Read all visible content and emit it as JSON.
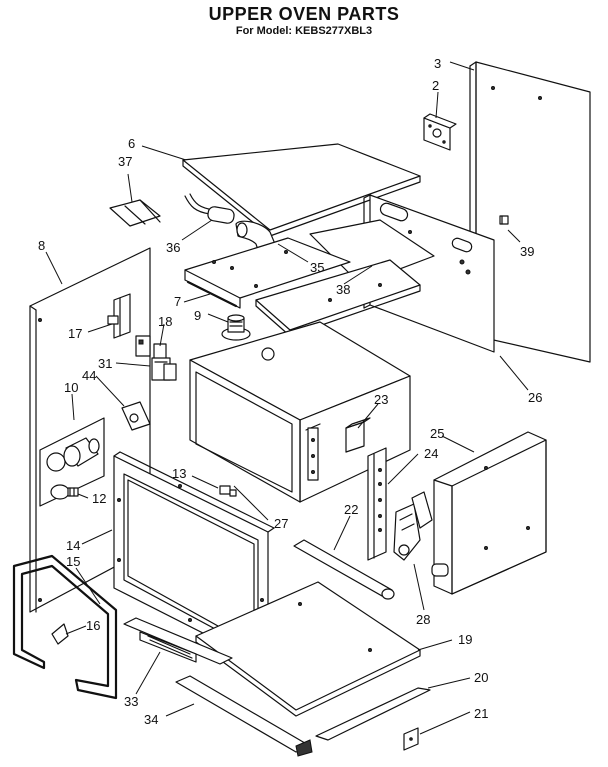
{
  "title": "UPPER OVEN PARTS",
  "subtitle": "For Model: KEBS277XBL3",
  "parts": [
    {
      "id": "p3",
      "label": "3"
    },
    {
      "id": "p2",
      "label": "2"
    },
    {
      "id": "p6",
      "label": "6"
    },
    {
      "id": "p37",
      "label": "37"
    },
    {
      "id": "p36",
      "label": "36"
    },
    {
      "id": "p35",
      "label": "35"
    },
    {
      "id": "p39",
      "label": "39"
    },
    {
      "id": "p8",
      "label": "8"
    },
    {
      "id": "p38",
      "label": "38"
    },
    {
      "id": "p7",
      "label": "7"
    },
    {
      "id": "p9",
      "label": "9"
    },
    {
      "id": "p17",
      "label": "17"
    },
    {
      "id": "p18",
      "label": "18"
    },
    {
      "id": "p31",
      "label": "31"
    },
    {
      "id": "p26",
      "label": "26"
    },
    {
      "id": "p10",
      "label": "10"
    },
    {
      "id": "p44",
      "label": "44"
    },
    {
      "id": "p23",
      "label": "23"
    },
    {
      "id": "p25",
      "label": "25"
    },
    {
      "id": "p24",
      "label": "24"
    },
    {
      "id": "p13",
      "label": "13"
    },
    {
      "id": "p12",
      "label": "12"
    },
    {
      "id": "p27",
      "label": "27"
    },
    {
      "id": "p22",
      "label": "22"
    },
    {
      "id": "p14",
      "label": "14"
    },
    {
      "id": "p15",
      "label": "15"
    },
    {
      "id": "p16",
      "label": "16"
    },
    {
      "id": "p28",
      "label": "28"
    },
    {
      "id": "p19",
      "label": "19"
    },
    {
      "id": "p20",
      "label": "20"
    },
    {
      "id": "p33",
      "label": "33"
    },
    {
      "id": "p34",
      "label": "34"
    },
    {
      "id": "p21",
      "label": "21"
    }
  ]
}
